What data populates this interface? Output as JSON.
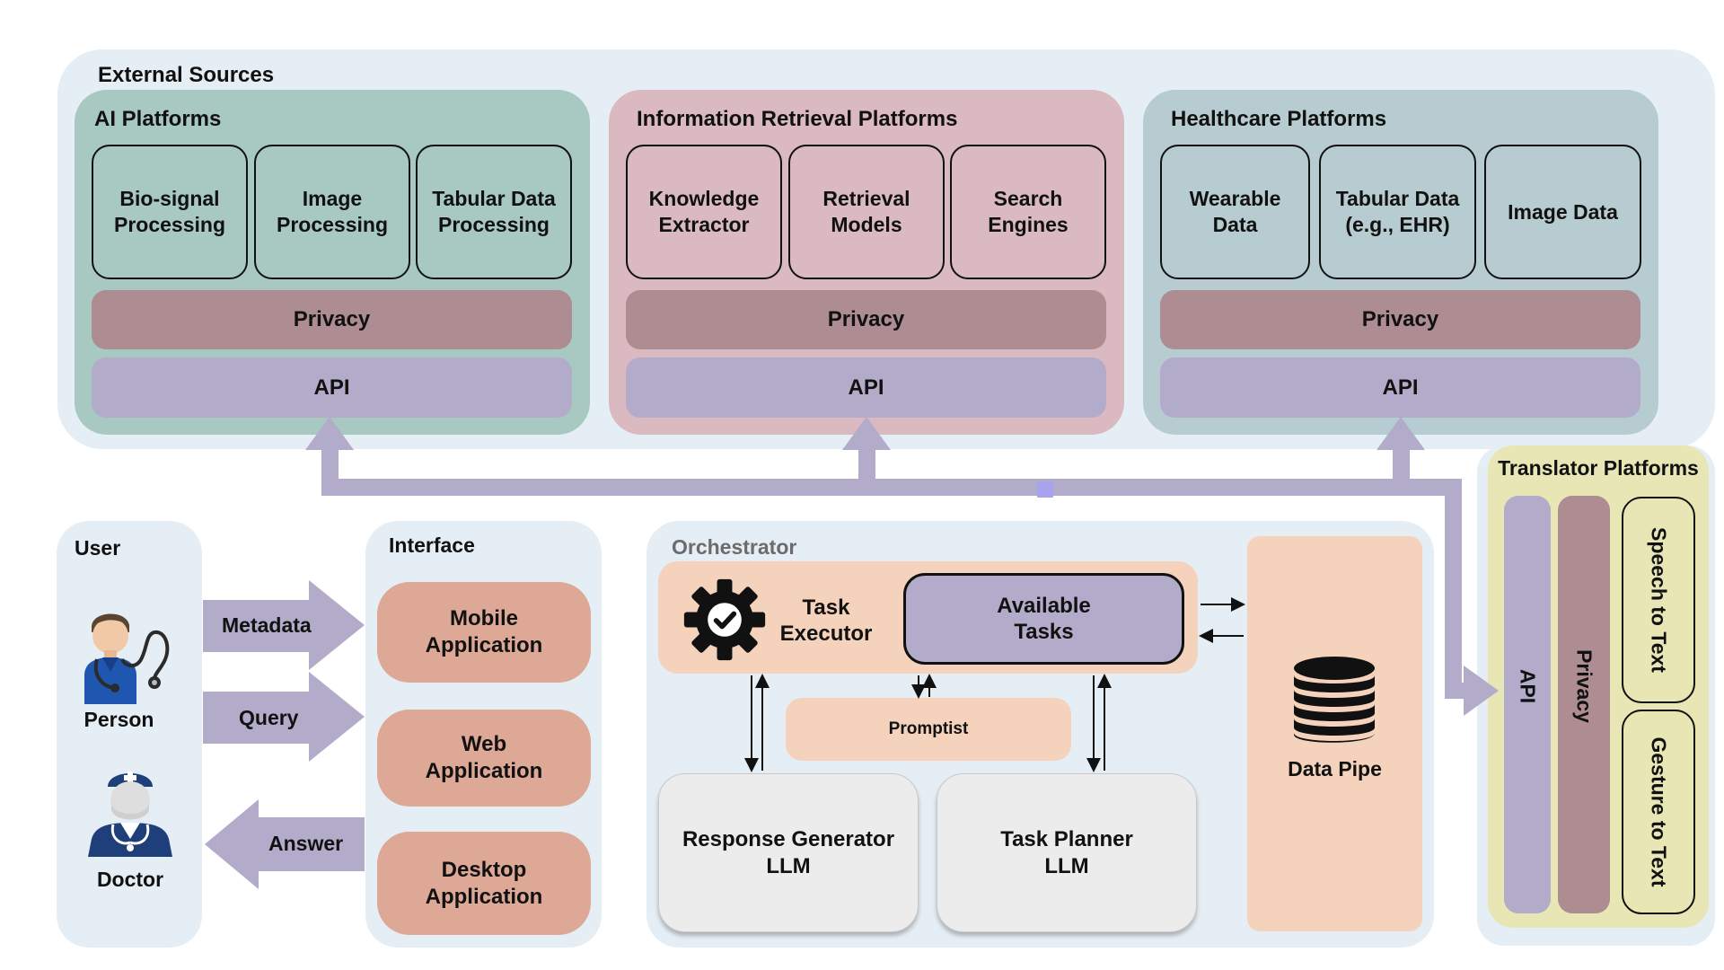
{
  "colors": {
    "arrow": "#b2abc9",
    "ai_platform": "#a7c9c1",
    "ir_platform": "#dab9c1",
    "hc_platform": "#b7ccd1",
    "privacy": "#ad8d92",
    "api": "#b2abc9",
    "orchestrator_peach": "#f4d2bc",
    "interface_button": "#dea896",
    "translator": "#e8e6b4"
  },
  "external": {
    "title": "External Sources",
    "ai": {
      "title": "AI Platforms",
      "modules": [
        {
          "line1": "Bio-signal",
          "line2": "Processing"
        },
        {
          "line1": "Image",
          "line2": "Processing"
        },
        {
          "line1": "Tabular Data",
          "line2": "Processing"
        }
      ],
      "privacy": "Privacy",
      "api": "API"
    },
    "ir": {
      "title": "Information Retrieval Platforms",
      "modules": [
        {
          "line1": "Knowledge",
          "line2": "Extractor"
        },
        {
          "line1": "Retrieval",
          "line2": "Models"
        },
        {
          "line1": "Search",
          "line2": "Engines"
        }
      ],
      "privacy": "Privacy",
      "api": "API"
    },
    "hc": {
      "title": "Healthcare Platforms",
      "modules": [
        {
          "line1": "Wearable",
          "line2": "Data"
        },
        {
          "line1": "Tabular Data",
          "line2": "(e.g., EHR)"
        },
        {
          "line1": "Image Data",
          "line2": ""
        }
      ],
      "privacy": "Privacy",
      "api": "API"
    }
  },
  "translator": {
    "title": "Translator Platforms",
    "api": "API",
    "privacy": "Privacy",
    "speech": "Speech to Text",
    "gesture": "Gesture to Text"
  },
  "user": {
    "title": "User",
    "person": "Person",
    "doctor": "Doctor",
    "person_icon": "doctor-with-stethoscope-icon",
    "doctor_icon": "surgeon-icon"
  },
  "flows": {
    "metadata": "Metadata",
    "query": "Query",
    "answer": "Answer"
  },
  "interface": {
    "title": "Interface",
    "mobile": {
      "line1": "Mobile",
      "line2": "Application"
    },
    "web": {
      "line1": "Web",
      "line2": "Application"
    },
    "desktop": {
      "line1": "Desktop",
      "line2": "Application"
    }
  },
  "orchestrator": {
    "title": "Orchestrator",
    "task_executor": {
      "line1": "Task",
      "line2": "Executor"
    },
    "available_tasks": {
      "line1": "Available",
      "line2": "Tasks"
    },
    "promptist": "Promptist",
    "response_generator": {
      "line1": "Response Generator",
      "line2": "LLM"
    },
    "task_planner": {
      "line1": "Task Planner",
      "line2": "LLM"
    },
    "data_pipe": "Data Pipe",
    "gear_icon": "gear-check-icon",
    "database_icon": "database-icon"
  }
}
